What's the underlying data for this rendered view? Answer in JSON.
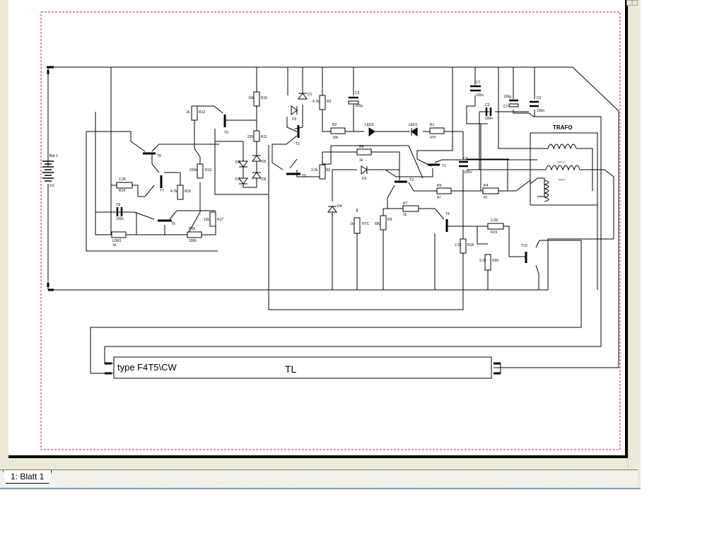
{
  "app": {
    "sheet_tab": "1: Blatt 1",
    "scroll_button": "⋮"
  },
  "colors": {
    "border_dashed": "#cc2244",
    "wire": "#000000",
    "panel_bg": "#ece9d8"
  },
  "schematic": {
    "battery": {
      "name": "Bat 1",
      "value": "3.6"
    },
    "trafo_title": "TRAFO",
    "trafo_winding_labels": [
      "Spule a",
      "Spule b"
    ],
    "lamp": {
      "type_label": "type  F4T5\\CW",
      "name": "TL"
    },
    "components": [
      {
        "ref": "R1",
        "value": "470"
      },
      {
        "ref": "R2",
        "value": "10k"
      },
      {
        "ref": "R3",
        "value": "4.7k"
      },
      {
        "ref": "R4",
        "value": "47"
      },
      {
        "ref": "R5",
        "value": "47"
      },
      {
        "ref": "R6",
        "value": "3.3k"
      },
      {
        "ref": "R7",
        "value": "1k"
      },
      {
        "ref": "R8",
        "value": "1k"
      },
      {
        "ref": "R9",
        "value": "680"
      },
      {
        "ref": "R10",
        "value": "10k"
      },
      {
        "ref": "R11",
        "value": "220"
      },
      {
        "ref": "R12",
        "value": "1k"
      },
      {
        "ref": "R13",
        "value": "220k"
      },
      {
        "ref": "R14",
        "value": "2.2K"
      },
      {
        "ref": "R15",
        "value": "4.7k"
      },
      {
        "ref": "R16",
        "value": "100k"
      },
      {
        "ref": "R17",
        "value": "10k"
      },
      {
        "ref": "R18",
        "value": "2.2k"
      },
      {
        "ref": "R19",
        "value": "2.2K"
      },
      {
        "ref": "R20",
        "value": "2.2k"
      },
      {
        "ref": "C1",
        "value": "100µ"
      },
      {
        "ref": "C2",
        "value": "100n"
      },
      {
        "ref": "C3",
        "value": "100n"
      },
      {
        "ref": "C4",
        "value": "100n"
      },
      {
        "ref": "C5",
        "value": "100µ"
      },
      {
        "ref": "C6",
        "value": "100n"
      },
      {
        "ref": "C7",
        "value": "100n"
      },
      {
        "ref": "LDR1",
        "value": "1k"
      },
      {
        "ref": "NTC",
        "value": "1k"
      },
      {
        "ref": "D1",
        "value": ""
      },
      {
        "ref": "D2",
        "value": ""
      },
      {
        "ref": "D3",
        "value": ""
      },
      {
        "ref": "D4",
        "value": ""
      },
      {
        "ref": "D5",
        "value": ""
      },
      {
        "ref": "D6",
        "value": ""
      },
      {
        "ref": "D7",
        "value": ""
      },
      {
        "ref": "D8",
        "value": ""
      },
      {
        "ref": "LED1",
        "value": ""
      },
      {
        "ref": "LED2",
        "value": ""
      },
      {
        "ref": "T1",
        "value": ""
      },
      {
        "ref": "T2",
        "value": ""
      },
      {
        "ref": "T3",
        "value": ""
      },
      {
        "ref": "T4",
        "value": ""
      },
      {
        "ref": "T5",
        "value": ""
      },
      {
        "ref": "T6",
        "value": ""
      },
      {
        "ref": "T7",
        "value": ""
      },
      {
        "ref": "T8",
        "value": ""
      },
      {
        "ref": "T9",
        "value": ""
      },
      {
        "ref": "T10",
        "value": ""
      }
    ]
  }
}
